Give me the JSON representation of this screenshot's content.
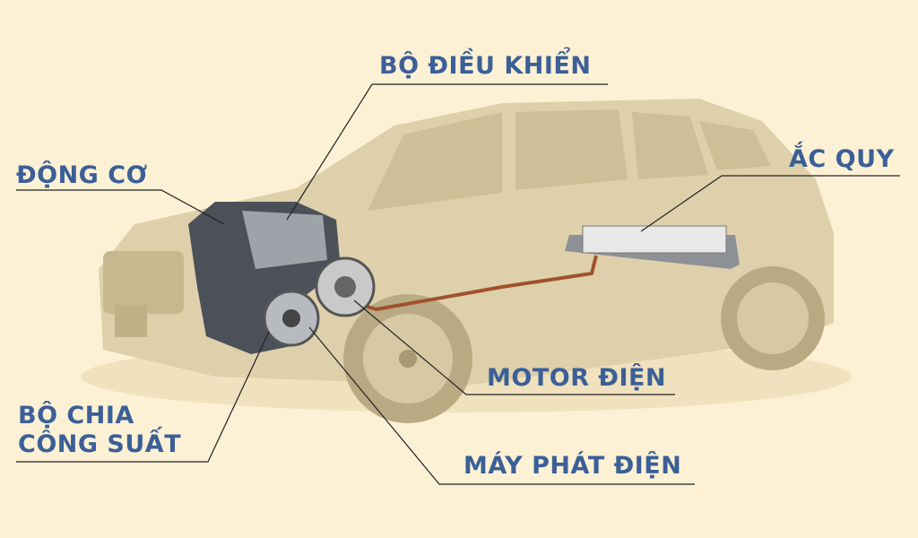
{
  "labels": {
    "controller": "BỘ ĐIỀU KHIỂN",
    "engine": "ĐỘNG CƠ",
    "battery": "ẮC QUY",
    "motor": "MOTOR ĐIỆN",
    "power_split_line1": "BỘ CHIA",
    "power_split_line2": "CÔNG SUẤT",
    "generator": "MÁY PHÁT ĐIỆN"
  },
  "colors": {
    "background": "#fdf1d5",
    "label": "#3b5f97",
    "car": "#d8caa4",
    "leader_line": "#222222",
    "cable": "#a0522d"
  }
}
